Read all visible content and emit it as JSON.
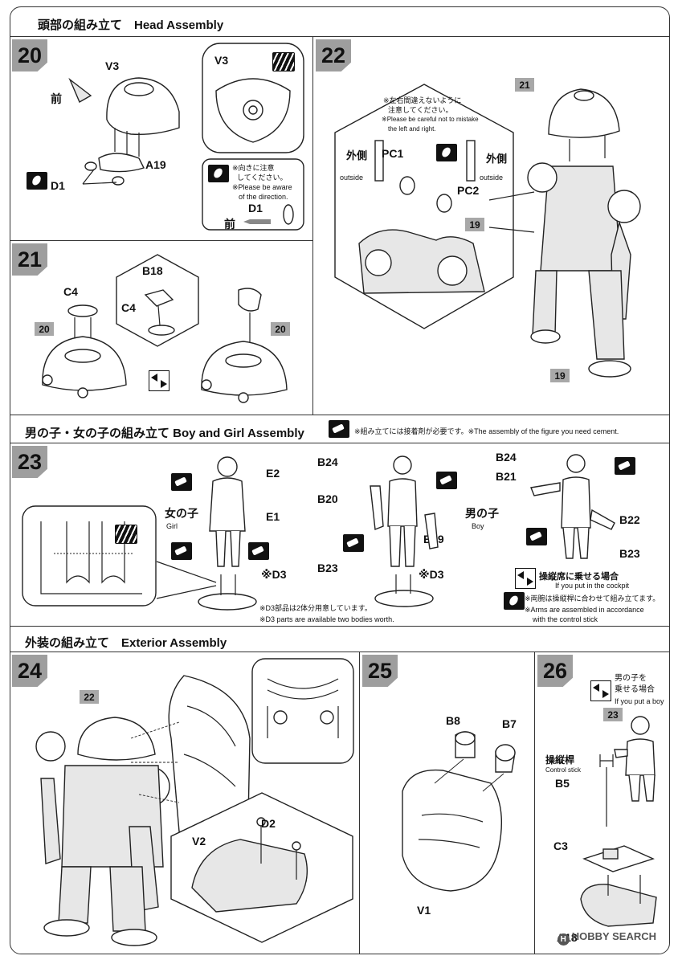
{
  "sections": {
    "head": {
      "title": "頭部の組み立て　Head Assembly"
    },
    "figure": {
      "title": "男の子・女の子の組み立て Boy and Girl Assembly",
      "cement_note": "※組み立てには接着剤が必要です。※The assembly of the figure you need cement."
    },
    "exterior": {
      "title": "外装の組み立て　Exterior Assembly"
    }
  },
  "steps": {
    "s20": {
      "number": "20",
      "parts": {
        "v3": "V3",
        "a19": "A19",
        "d1": "D1",
        "front": "前"
      },
      "detail": {
        "v3": "V3"
      },
      "paint_note": {
        "line1": "※向きに注意",
        "line2": "してください。",
        "line3": "※Please be aware",
        "line4": "of the direction.",
        "d1": "D1",
        "front": "前"
      }
    },
    "s21": {
      "number": "21",
      "parts": {
        "b18": "B18",
        "c4a": "C4",
        "c4b": "C4"
      },
      "ref_left": "20",
      "ref_right": "20"
    },
    "s22": {
      "number": "22",
      "ref_top": "21",
      "ref_bottom": "19",
      "ref_detail": "19",
      "note": {
        "line1": "※左右間違えないように",
        "line2": "注意してください。",
        "line3": "※Please be careful not to mistake",
        "line4": "the left and right."
      },
      "parts": {
        "pc1": "PC1",
        "pc2": "PC2"
      },
      "outside_left": {
        "jp": "外側",
        "en": "outside"
      },
      "outside_right": {
        "jp": "外側",
        "en": "outside"
      }
    },
    "s23": {
      "number": "23",
      "girl": {
        "e2": "E2",
        "e1": "E1",
        "d3": "※D3",
        "jp": "女の子",
        "en": "Girl"
      },
      "boy": {
        "b24": "B24",
        "b20": "B20",
        "b19": "B19",
        "b23": "B23",
        "d3": "※D3",
        "jp": "男の子",
        "en": "Boy"
      },
      "cockpit": {
        "b24": "B24",
        "b21": "B21",
        "b22": "B22",
        "b23": "B23",
        "label_jp": "操縦席に乗せる場合",
        "label_en": "If you put in the cockpit",
        "arms_jp": "※両腕は操縦桿に合わせて組み立てます。",
        "arms_en1": "※Arms are assembled in accordance",
        "arms_en2": "with the control stick"
      },
      "d3_note_jp": "※D3部品は2体分用意しています。",
      "d3_note_en": "※D3 parts are available two bodies worth."
    },
    "s24": {
      "number": "24",
      "ref": "22",
      "parts": {
        "v2": "V2",
        "d2": "D2"
      }
    },
    "s25": {
      "number": "25",
      "parts": {
        "b8": "B8",
        "b7": "B7",
        "v1": "V1"
      }
    },
    "s26": {
      "number": "26",
      "ref": "23",
      "boy_note": {
        "line1": "男の子を",
        "line2": "乗せる場合",
        "line3": "If you put a boy"
      },
      "stick": {
        "jp": "操縦桿",
        "en": "Control stick"
      },
      "parts": {
        "b5": "B5",
        "c3": "C3",
        "a18": "A18"
      }
    }
  },
  "watermark": {
    "h": "H",
    "text": "HOBBY SEARCH"
  }
}
